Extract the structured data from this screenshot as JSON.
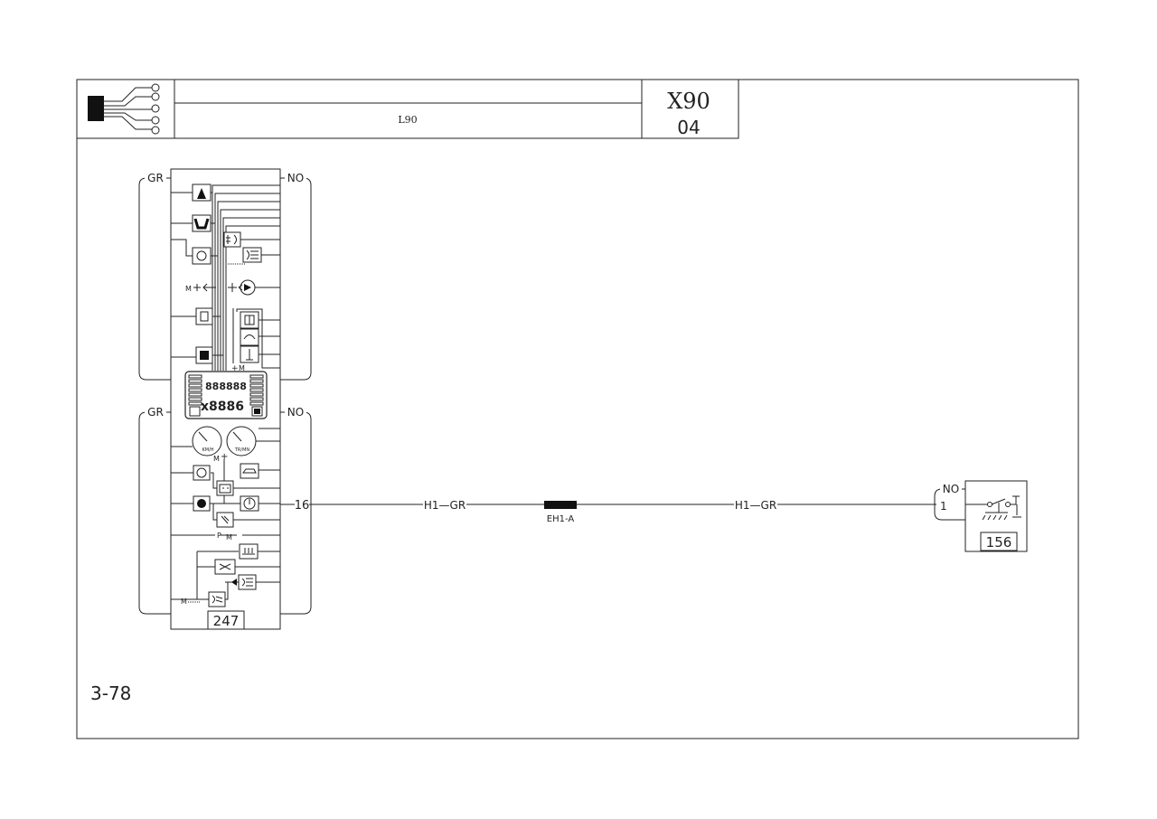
{
  "title_block": {
    "vehicle_code": "X90",
    "sheet_number": "04",
    "document_label": "L90"
  },
  "page_reference": "3-78",
  "components": {
    "instrument_panel": {
      "ref": "247",
      "connectors": [
        {
          "color": "GR"
        },
        {
          "color": "NO"
        },
        {
          "color": "GR"
        },
        {
          "color": "NO"
        }
      ],
      "pin_output": "16",
      "display": {
        "upper_digits": "888888",
        "lower_digits": "x8886"
      },
      "gauges": [
        {
          "label": "KM/H"
        },
        {
          "label": "TR/MN"
        }
      ],
      "ground_symbol": "M",
      "park_label": "P"
    },
    "switch_156": {
      "ref": "156",
      "connector": {
        "color": "NO",
        "pin": "1"
      }
    }
  },
  "wires": [
    {
      "code": "H1",
      "color": "GR"
    },
    {
      "code": "H1",
      "color": "GR"
    }
  ],
  "splice": {
    "label": "EH1-A"
  }
}
